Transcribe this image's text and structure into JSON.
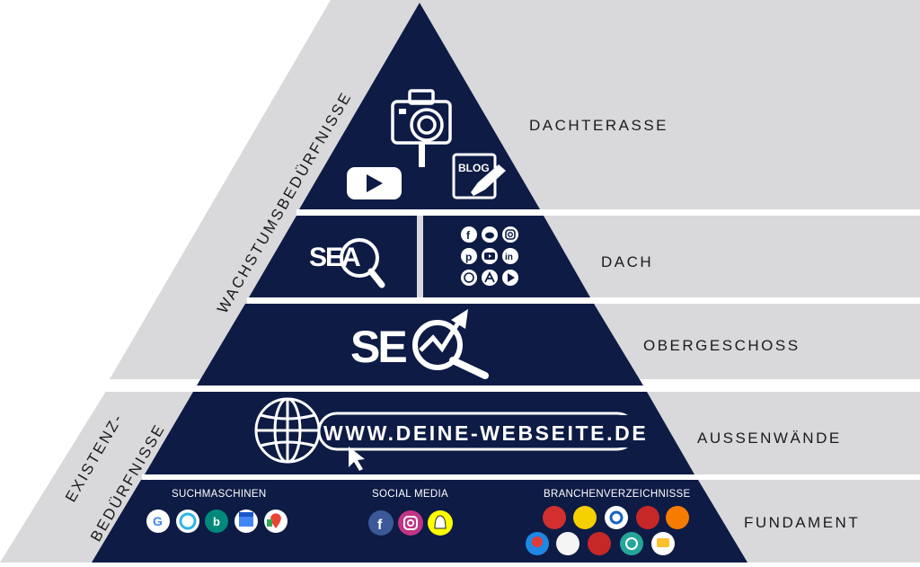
{
  "levels": {
    "dachterasse": "DACHTERASSE",
    "dach": "DACH",
    "obergeschoss": "OBERGESCHOSS",
    "aussenwaende": "AUSSENWÄNDE",
    "fundament": "FUNDAMENT"
  },
  "side_labels": {
    "growth": "WACHSTUMSBEDÜRFNISSE",
    "existence_line1": "EXISTENZ-",
    "existence_line2": "BEDÜRFNISSE"
  },
  "icons": {
    "blog": "BLOG",
    "sea": "SEA",
    "seo_prefix": "SE"
  },
  "website": {
    "url": "WWW.DEINE-WEBSEITE.DE"
  },
  "foundation": {
    "search_engines": "SUCHMASCHINEN",
    "social_media": "SOCIAL MEDIA",
    "directories": "BRANCHENVERZEICHNISSE"
  },
  "colors": {
    "navy": "#0d1b45",
    "gray": "#d9d9dc",
    "text": "#1a1a1a",
    "white": "#ffffff"
  }
}
